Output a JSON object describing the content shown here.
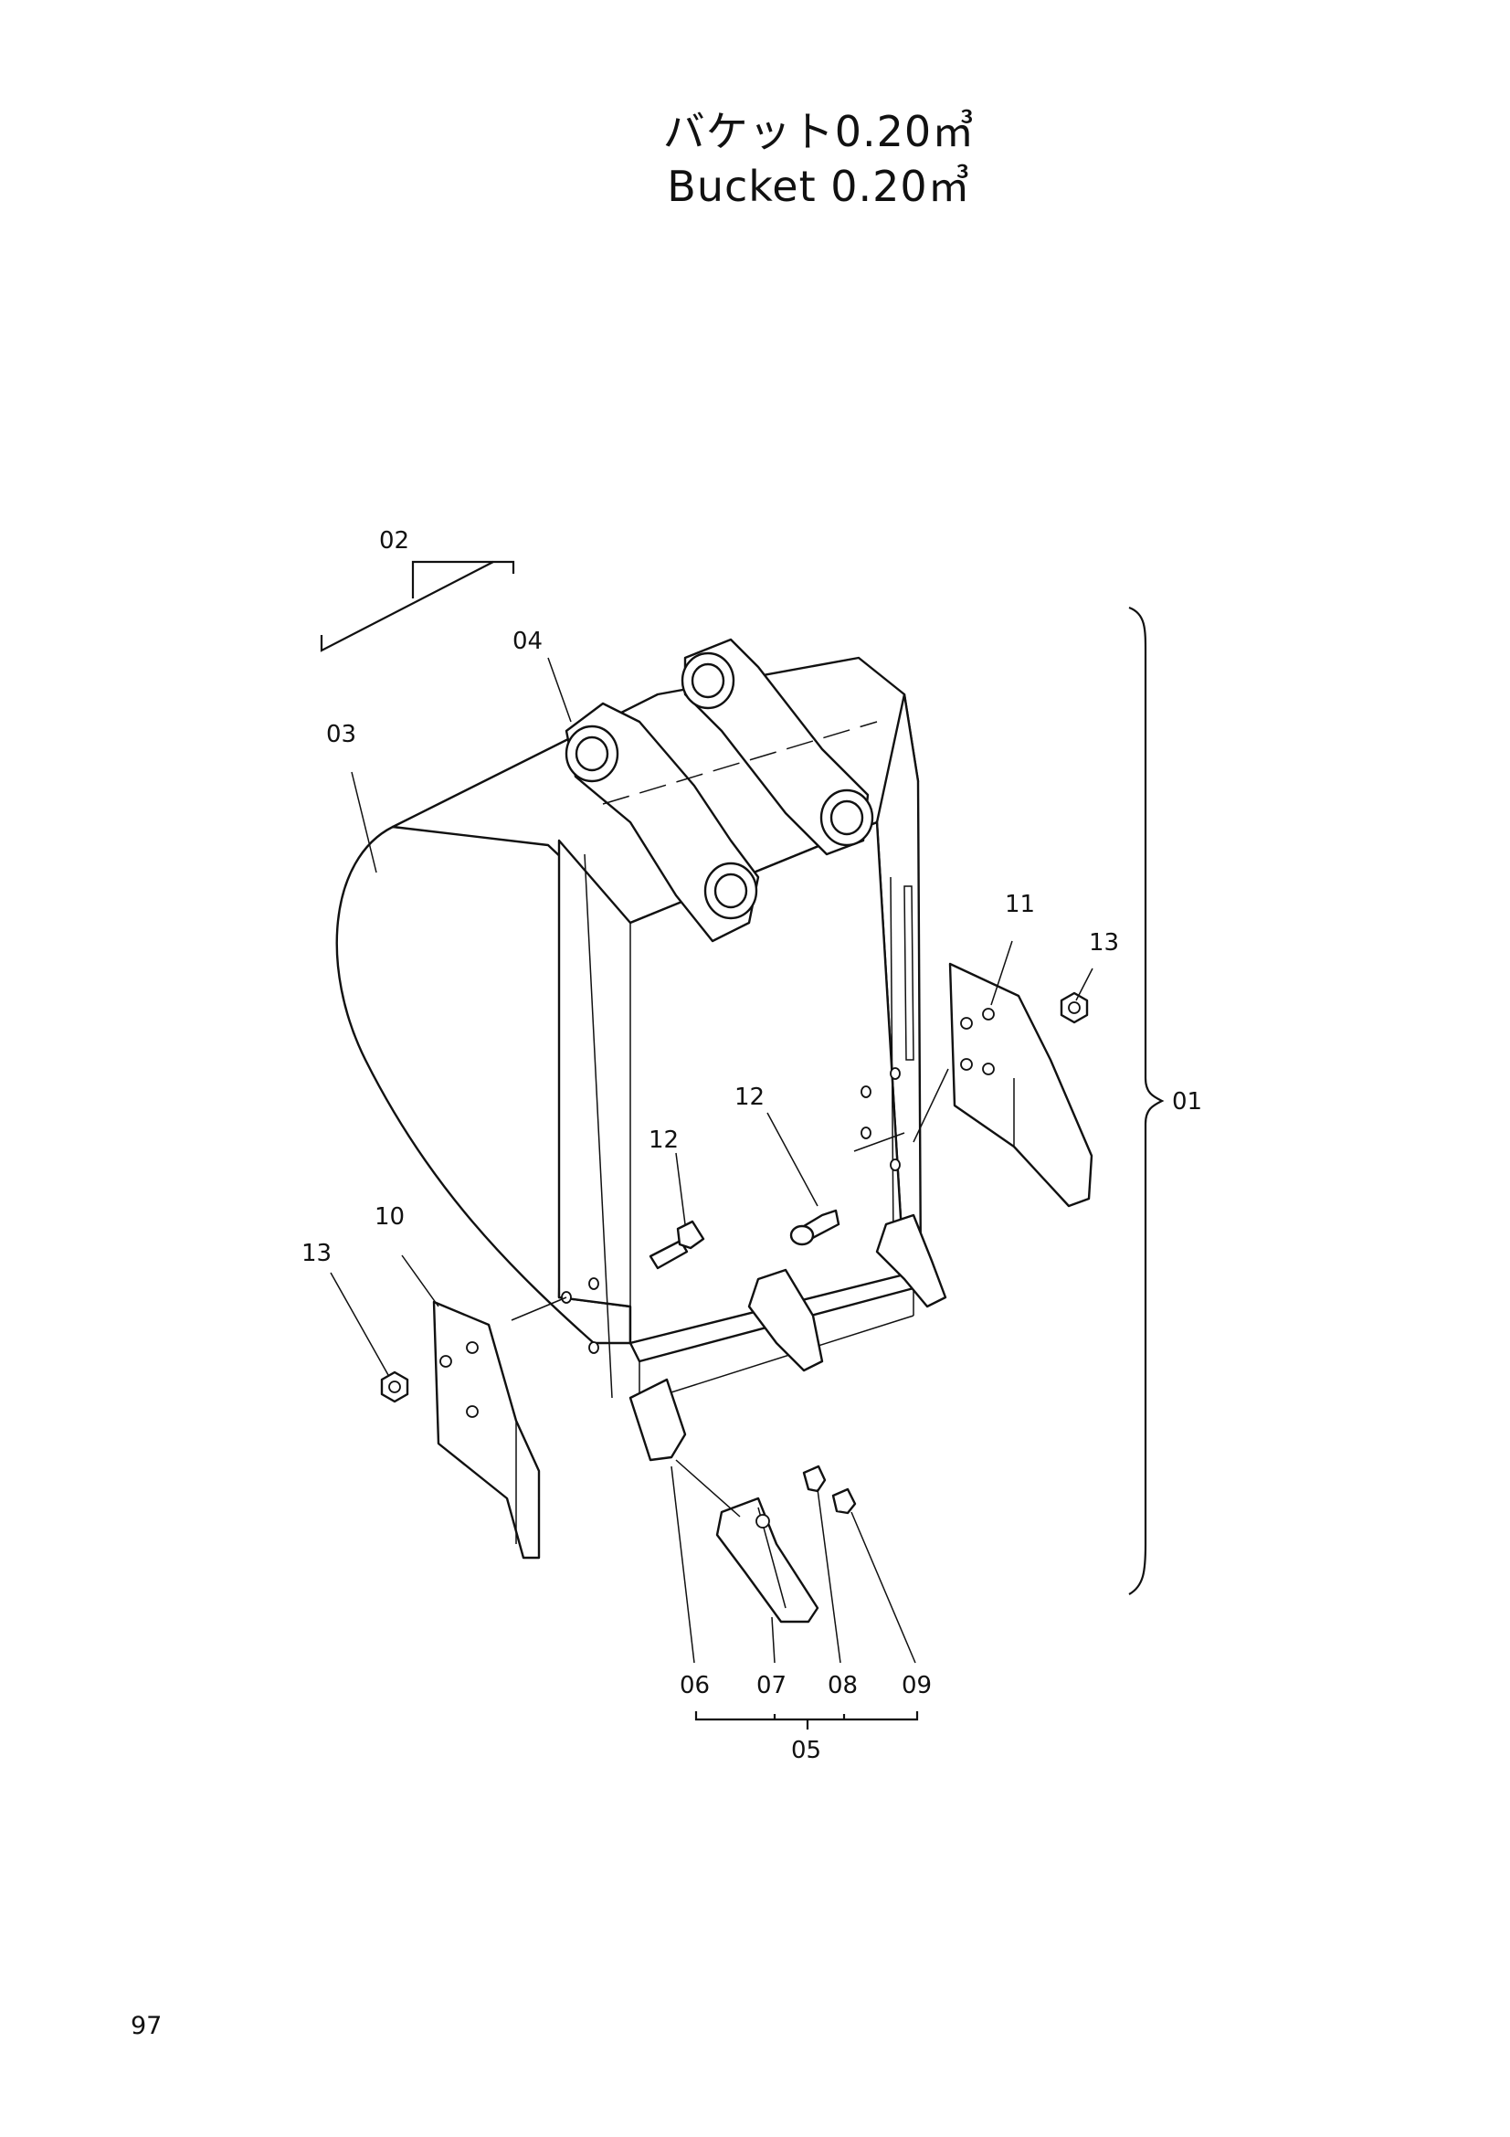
{
  "title": {
    "jp": "バケット0.20㎥",
    "en": "Bucket 0.20㎥"
  },
  "labels": {
    "p01": "01",
    "p02": "02",
    "p03": "03",
    "p04": "04",
    "p05": "05",
    "p06": "06",
    "p07": "07",
    "p08": "08",
    "p09": "09",
    "p10": "10",
    "p11": "11",
    "p12a": "12",
    "p12b": "12",
    "p13a": "13",
    "p13b": "13"
  },
  "page_number": "97"
}
